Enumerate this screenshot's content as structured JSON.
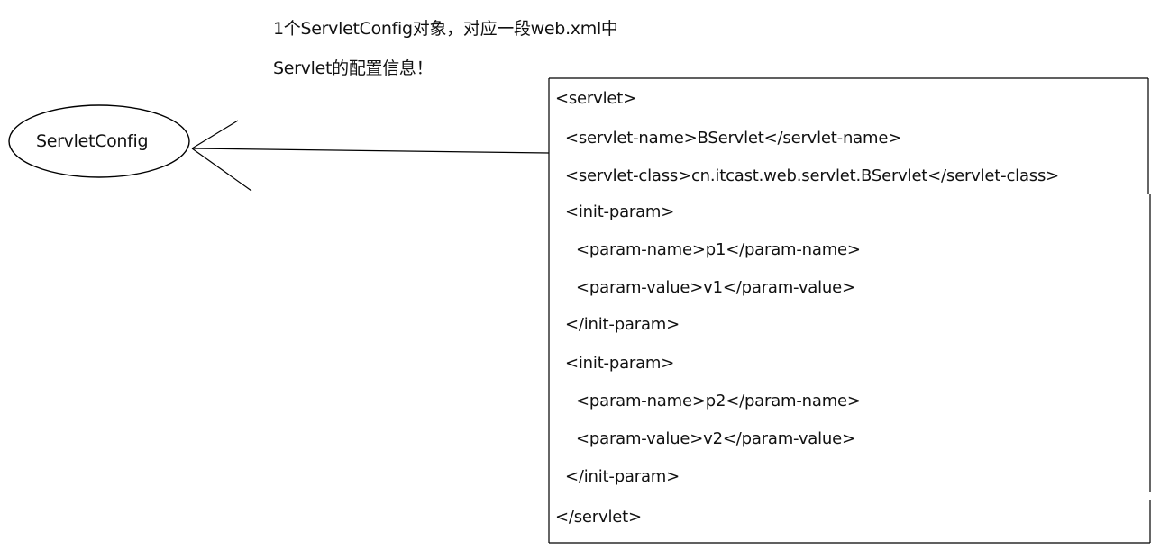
{
  "caption": {
    "line1": "1个ServletConfig对象，对应一段web.xml中",
    "line2": "Servlet的配置信息！"
  },
  "ellipse": {
    "label": "ServletConfig"
  },
  "xml": {
    "lines": [
      "<servlet>",
      "<servlet-name>BServlet</servlet-name>",
      "<servlet-class>cn.itcast.web.servlet.BServlet</servlet-class>",
      "<init-param>",
      "<param-name>p1</param-name>",
      "<param-value>v1</param-value>",
      "</init-param>",
      "<init-param>",
      "<param-name>p2</param-name>",
      "<param-value>v2</param-value>",
      "</init-param>",
      "</servlet>"
    ]
  }
}
